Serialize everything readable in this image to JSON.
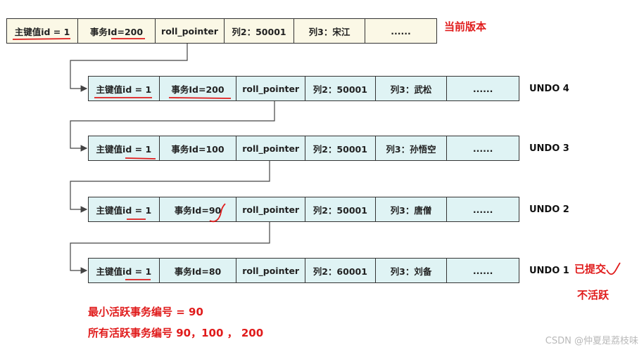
{
  "rows": [
    {
      "cells": [
        "主键值id = 1",
        "事务Id=200",
        "roll_pointer",
        "列2：50001",
        "列3：宋江",
        "......"
      ],
      "tag": "当前版本"
    },
    {
      "cells": [
        "主键值id = 1",
        "事务Id=200",
        "roll_pointer",
        "列2：50001",
        "列3：武松",
        "......"
      ],
      "tag": "UNDO 4"
    },
    {
      "cells": [
        "主键值id = 1",
        "事务Id=100",
        "roll_pointer",
        "列2：50001",
        "列3：孙悟空",
        "......"
      ],
      "tag": "UNDO 3"
    },
    {
      "cells": [
        "主键值id = 1",
        "事务Id=90",
        "roll_pointer",
        "列2：50001",
        "列3：唐僧",
        "......"
      ],
      "tag": "UNDO 2"
    },
    {
      "cells": [
        "主键值id = 1",
        "事务Id=80",
        "roll_pointer",
        "列2：60001",
        "列3：刘备",
        "......"
      ],
      "tag": "UNDO 1"
    }
  ],
  "annotations": {
    "committed": "已提交",
    "inactive": "不活跃",
    "min_active": "最小活跃事务编号 = 90",
    "all_active": "所有活跃事务编号 90，100 ， 200"
  },
  "watermark": "CSDN @仲夏是荔枝味",
  "colors": {
    "current_bg": "#fbf8e6",
    "undo_bg": "#dff3f4",
    "annotation": "#e01b1b"
  }
}
